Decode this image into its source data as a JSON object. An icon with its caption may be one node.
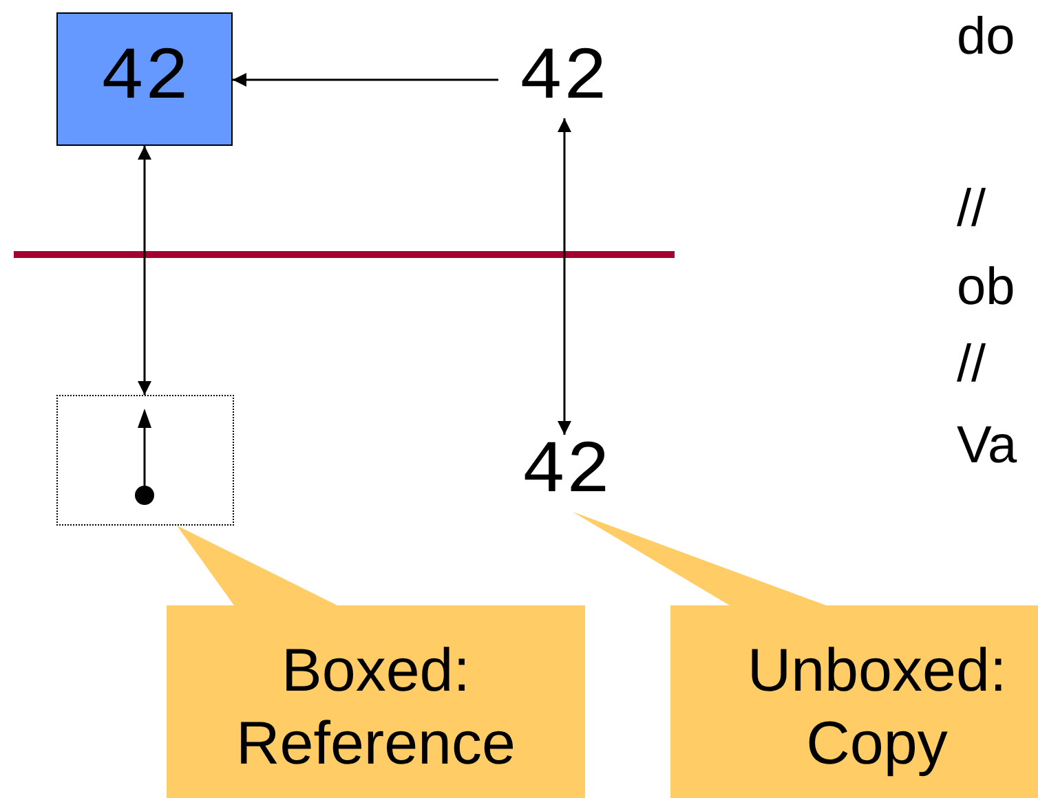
{
  "diagram": {
    "nodes": [
      {
        "text": [
          "42"
        ]
      },
      {
        "text": [
          "42"
        ]
      },
      {
        "text": [],
        "shape": "box"
      },
      {
        "text": [
          "42"
        ]
      },
      {
        "text": [
          "Boxed: Reference"
        ]
      },
      {
        "text": [
          "Unboxed: Copy"
        ]
      }
    ],
    "edges": [
      {
        "from": 1,
        "to": 0,
        "arrow": "to"
      },
      {
        "from": 0,
        "to": 2,
        "arrow": "both"
      },
      {
        "from": 1,
        "to": 3,
        "arrow": "both"
      },
      {
        "from": 4,
        "to": 2,
        "arrow": "none"
      },
      {
        "from": 5,
        "to": 3,
        "arrow": "none"
      }
    ],
    "labels": [
      "do",
      "//",
      "ob",
      "//",
      "Va"
    ]
  }
}
